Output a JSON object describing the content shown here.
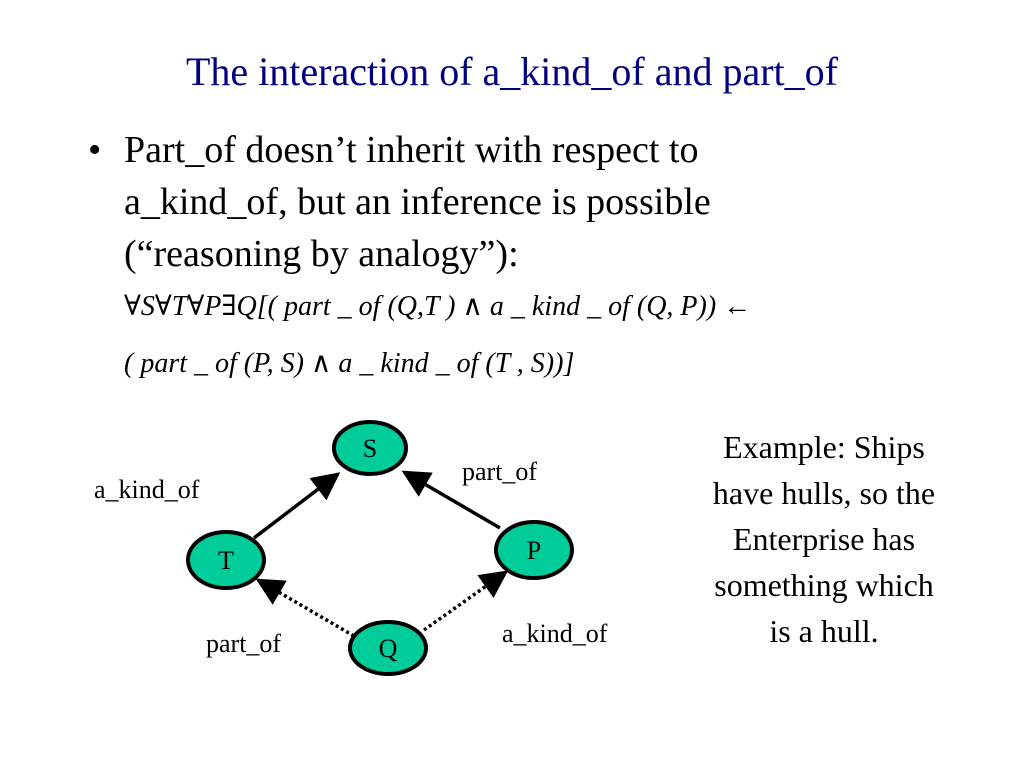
{
  "title": "The interaction of a_kind_of and part_of",
  "bullet": {
    "lines": [
      "Part_of doesn’t inherit with respect to",
      "a_kind_of, but an inference is possible",
      "(“reasoning by analogy”):"
    ]
  },
  "formula": {
    "line1": "∀S∀T∀P∃Q[( part _ of (Q,T ) ∧ a _ kind _ of (Q, P)) ←",
    "line2": "( part _ of (P, S) ∧ a _ kind _ of (T , S))]"
  },
  "example": {
    "lines": [
      "Example: Ships",
      "have hulls, so the",
      "Enterprise has",
      "something which",
      "is a hull."
    ]
  },
  "diagram": {
    "node_fill": "#00cc99",
    "nodes": {
      "S": "S",
      "T": "T",
      "P": "P",
      "Q": "Q"
    },
    "edge_labels": {
      "t_to_s": "a_kind_of",
      "p_to_s": "part_of",
      "q_to_t": "part_of",
      "q_to_p": "a_kind_of"
    }
  }
}
